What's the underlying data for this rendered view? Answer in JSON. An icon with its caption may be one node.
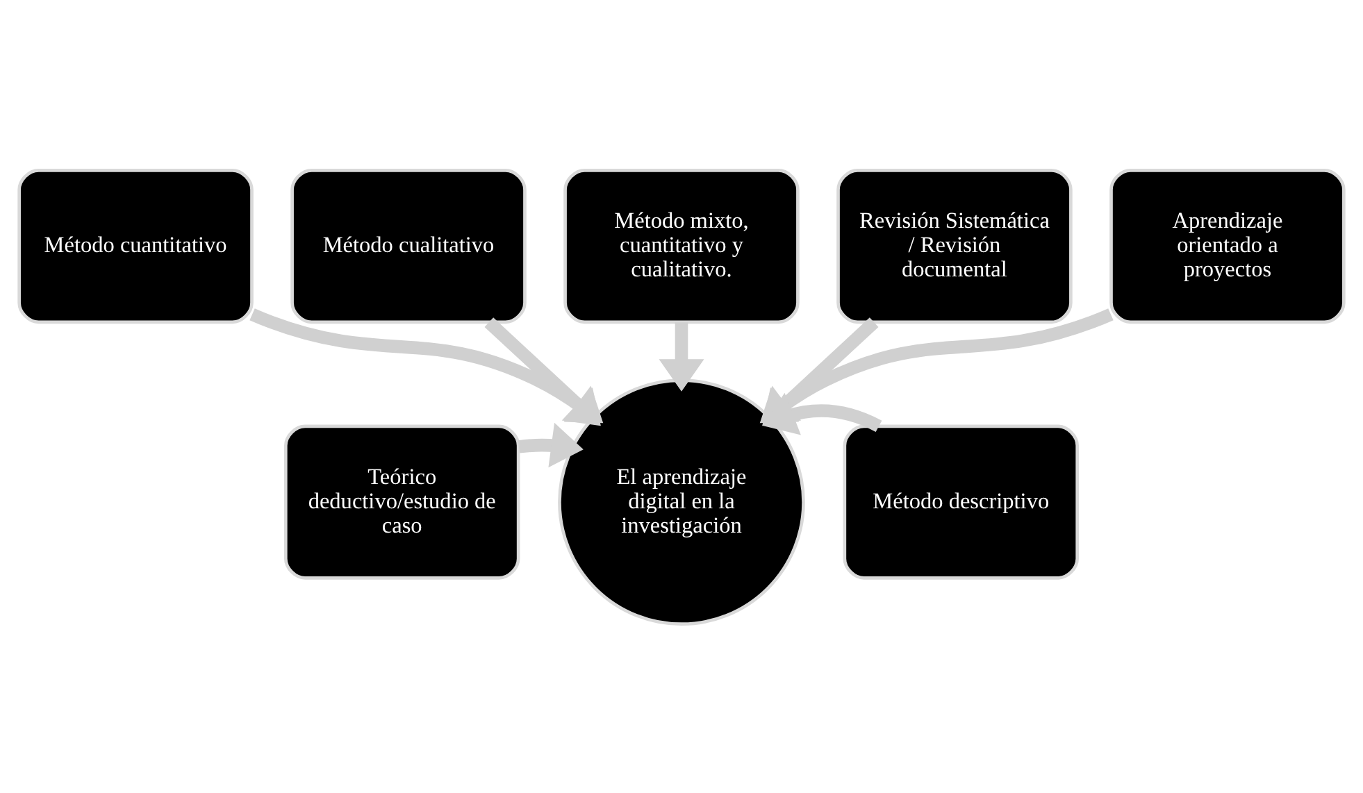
{
  "diagram": {
    "nodes": [
      {
        "text": [
          "Método cuantitativo"
        ]
      },
      {
        "text": [
          "Método cualitativo"
        ]
      },
      {
        "text": [
          "Método mixto, cuantitativo y cualitativo."
        ]
      },
      {
        "text": [
          "Revisión Sistemática / Revisión documental"
        ]
      },
      {
        "text": [
          "Aprendizaje orientado a proyectos"
        ]
      },
      {
        "text": [
          "Teórico deductivo/estudio de caso"
        ]
      },
      {
        "text": [
          "El aprendizaje digital en la investigación"
        ]
      },
      {
        "text": [
          "Método descriptivo"
        ]
      }
    ],
    "edges": [
      {
        "from": 0,
        "to": 6,
        "arrow": "to"
      },
      {
        "from": 1,
        "to": 6,
        "arrow": "to"
      },
      {
        "from": 2,
        "to": 6,
        "arrow": "to"
      },
      {
        "from": 3,
        "to": 6,
        "arrow": "to"
      },
      {
        "from": 4,
        "to": 6,
        "arrow": "to"
      },
      {
        "from": 5,
        "to": 6,
        "arrow": "to"
      },
      {
        "from": 7,
        "to": 6,
        "arrow": "to"
      }
    ]
  }
}
